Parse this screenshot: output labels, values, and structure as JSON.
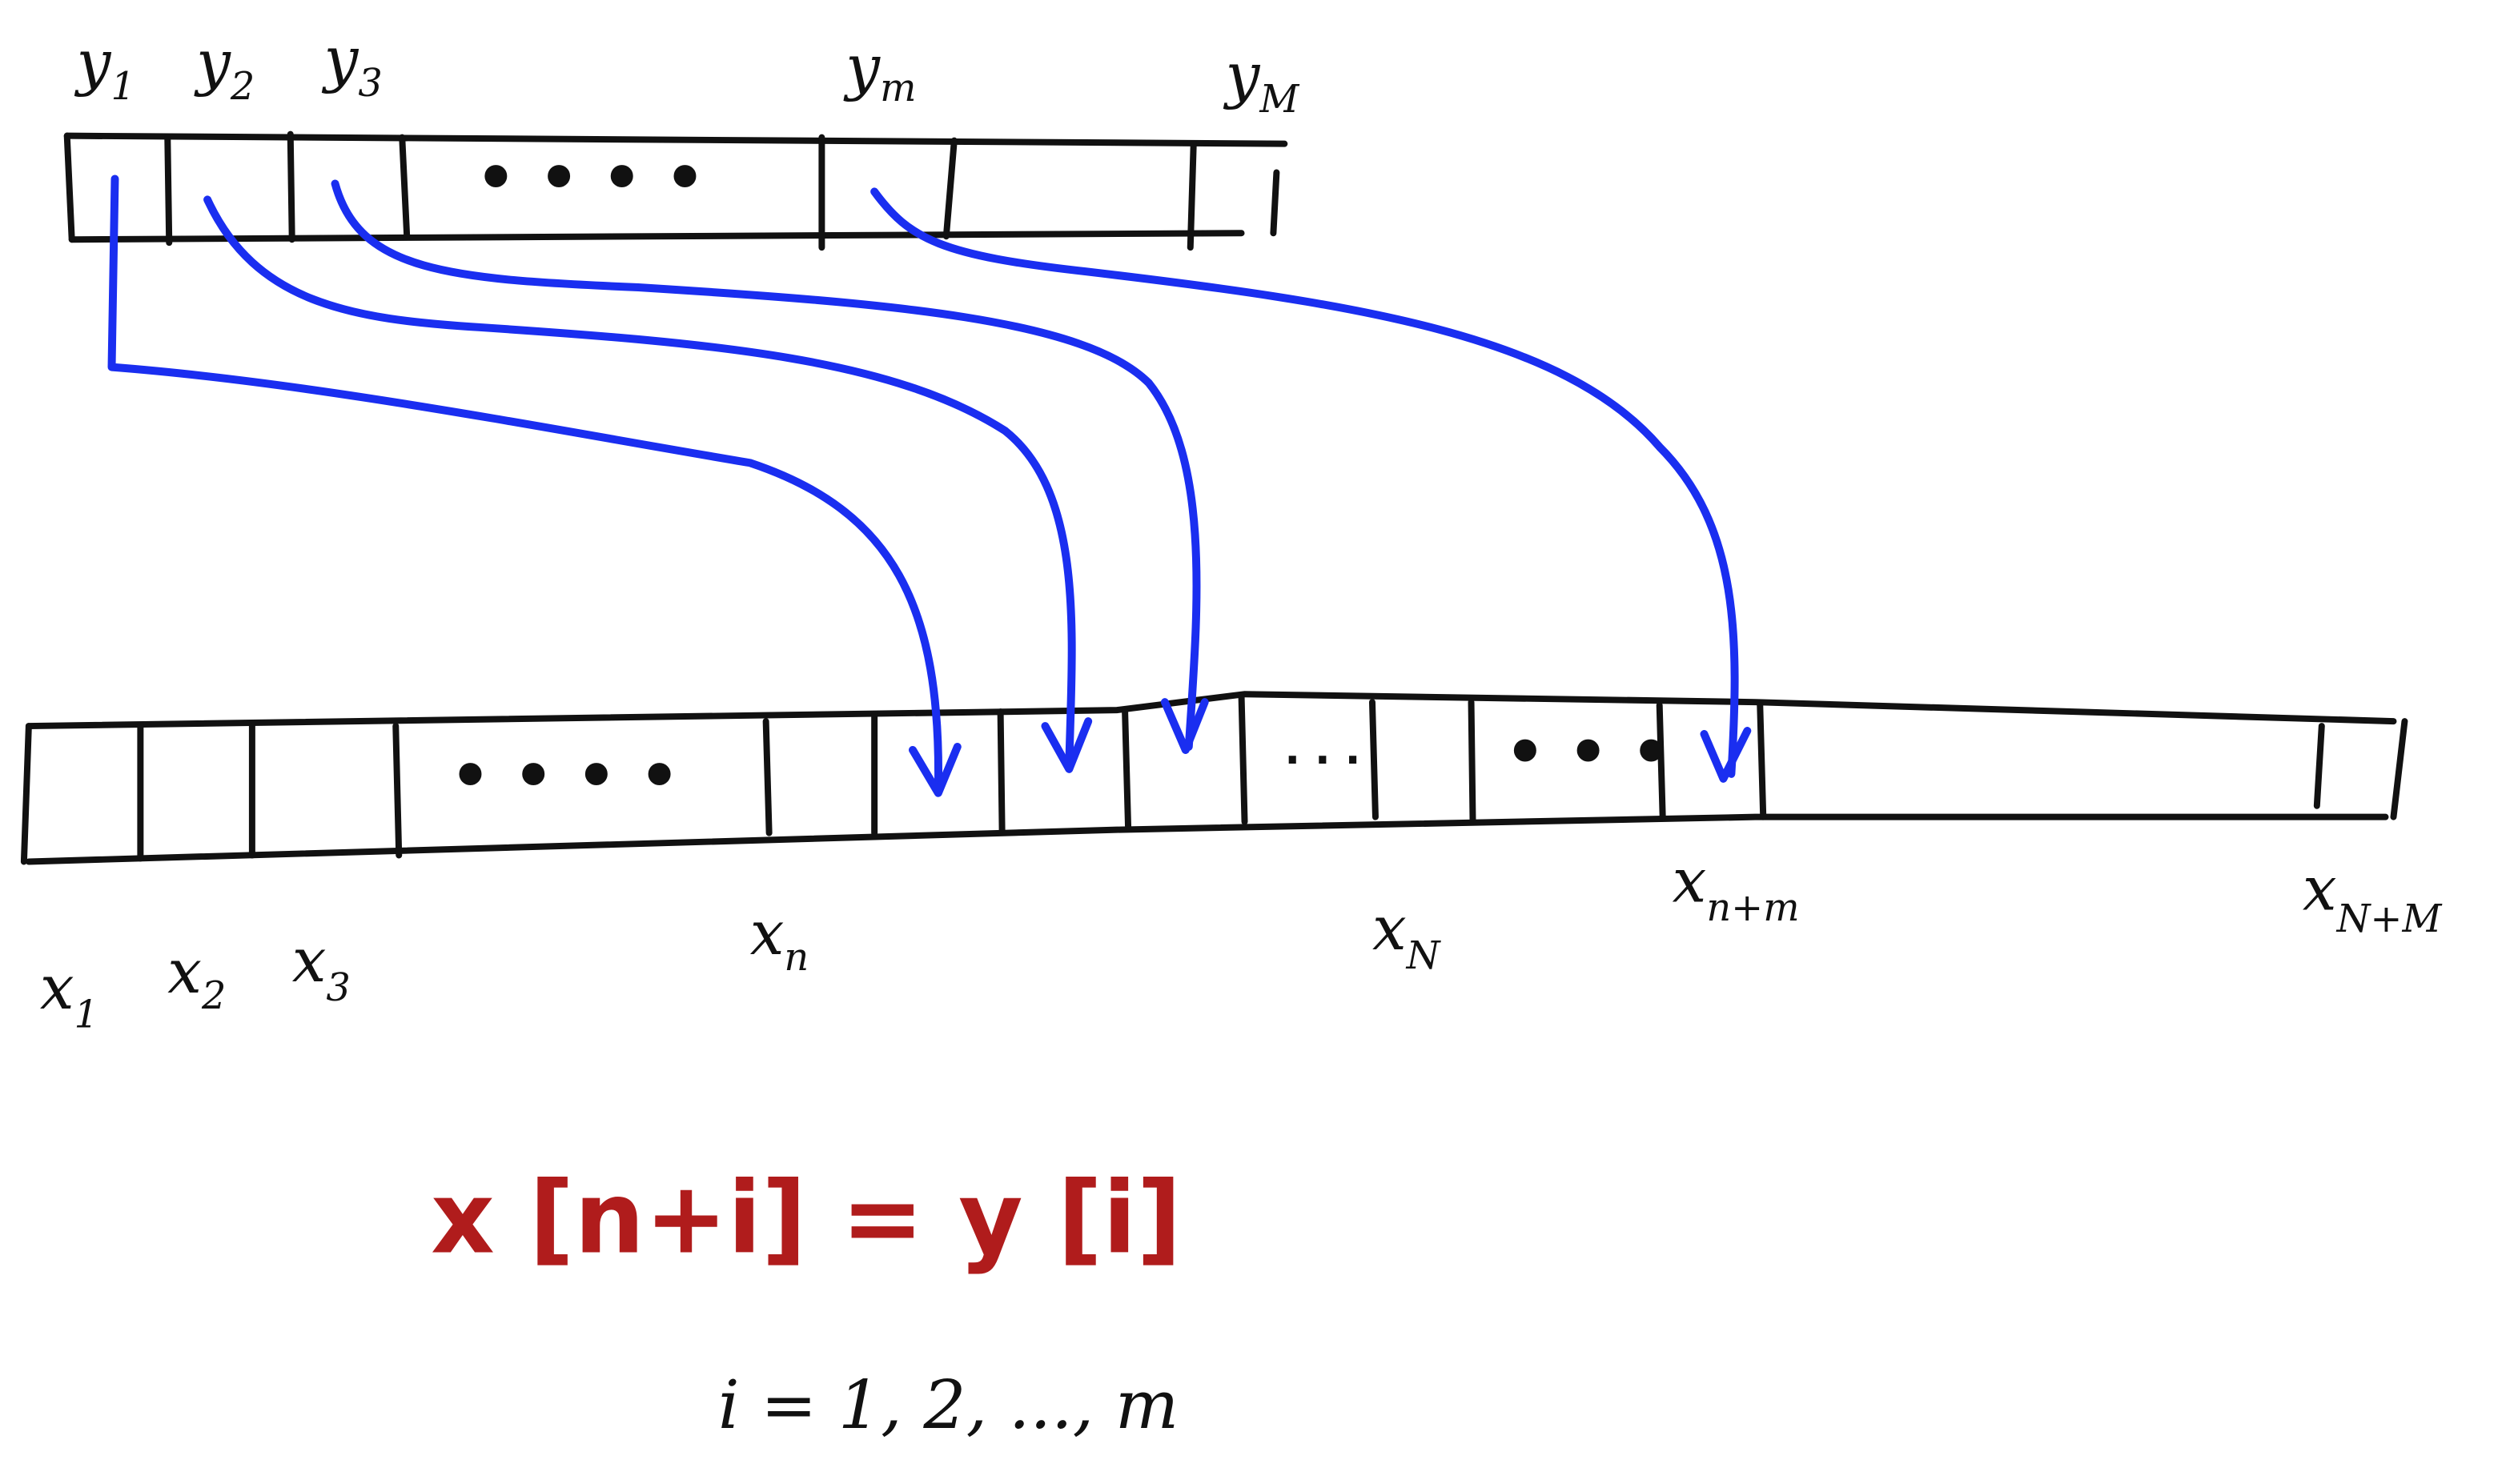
{
  "top_array": {
    "labels": [
      {
        "base": "y",
        "sub": "1"
      },
      {
        "base": "y",
        "sub": "2"
      },
      {
        "base": "y",
        "sub": "3"
      },
      {
        "base": "y",
        "sub": "m"
      },
      {
        "base": "y",
        "sub": "M"
      }
    ],
    "ellipsis": "• • • •"
  },
  "bottom_array": {
    "labels": [
      {
        "base": "x",
        "sub": "1"
      },
      {
        "base": "x",
        "sub": "2"
      },
      {
        "base": "x",
        "sub": "3"
      },
      {
        "base": "x",
        "sub": "n"
      },
      {
        "base": "x",
        "sub": "N"
      },
      {
        "base": "x",
        "sub": "n+m"
      },
      {
        "base": "x",
        "sub": "N+M"
      }
    ],
    "ellipsis_main": "• • • •",
    "ellipsis_small": "· · ·",
    "ellipsis_mid": "• • •"
  },
  "formula": "x [n+i] = y [i]",
  "range": "i = 1, 2, ..., m",
  "colors": {
    "arrows": "#1a2ef0",
    "formula": "#b01c1c",
    "ink": "#111111"
  }
}
